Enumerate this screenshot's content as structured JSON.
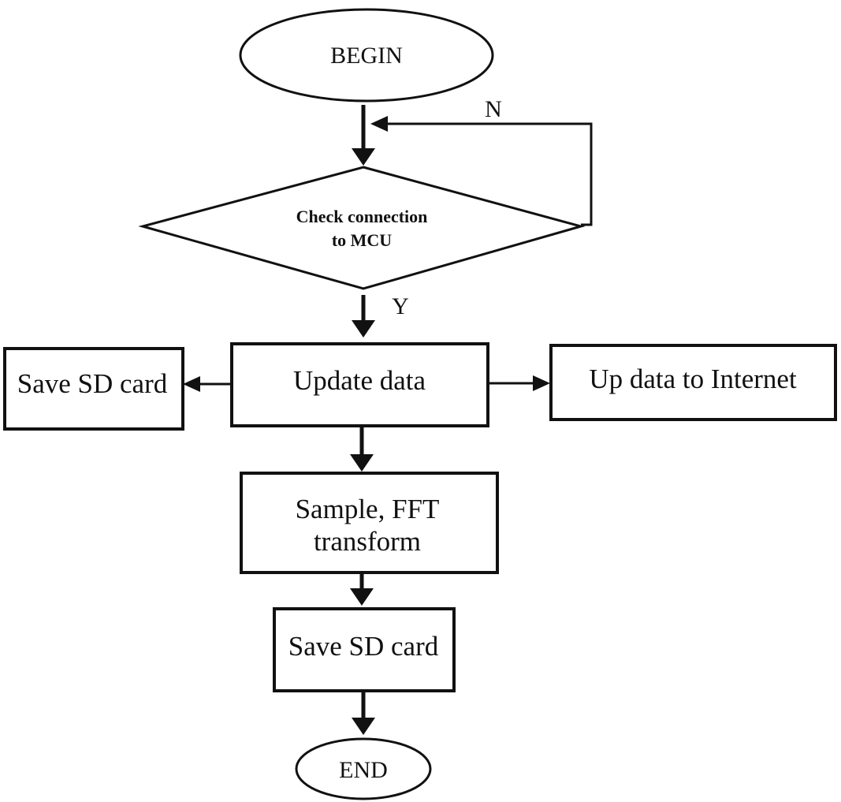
{
  "flowchart": {
    "begin": "BEGIN",
    "decision": {
      "line1": "Check connection",
      "line2": "to MCU"
    },
    "branch_no": "N",
    "branch_yes": "Y",
    "update": "Update data",
    "save_left": "Save SD card",
    "upload": "Up data to Internet",
    "sample": {
      "line1": "Sample, FFT",
      "line2": "transform"
    },
    "save_bottom": "Save SD card",
    "end": "END"
  }
}
